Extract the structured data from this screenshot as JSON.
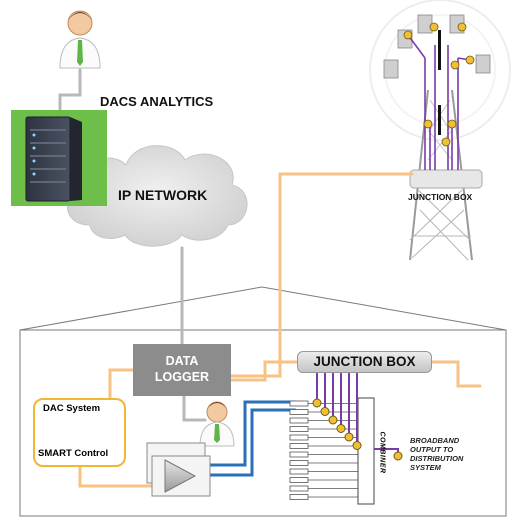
{
  "labels": {
    "dacs_analytics": "DACS ANALYTICS",
    "ip_network": "IP NETWORK",
    "tower_junction_box": "JUNCTION BOX",
    "data_logger_line1": "DATA",
    "data_logger_line2": "LOGGER",
    "junction_box": "JUNCTION BOX",
    "dac_system": "DAC System",
    "smart_control": "SMART Control",
    "combiner": "COMBINER",
    "output_line1": "BROADBAND",
    "output_line2": "OUTPUT TO",
    "output_line3": "DISTRIBUTION",
    "output_line4": "SYSTEM"
  },
  "colors": {
    "orange_link": "#f7c384",
    "gray_link": "#b8b8b8",
    "purple_cable": "#7a3aa8",
    "blue_cable": "#2a6fb8",
    "sensor_gold": "#f0c030",
    "dac_border": "#f0b832",
    "logger_gray": "#8c8c8c",
    "server_green": "#6dbf4a"
  },
  "icons": [
    "user-icon",
    "server-icon",
    "cloud-icon",
    "cell-tower-icon",
    "amplifier-icon",
    "dac-hub-icon",
    "combiner-icon"
  ]
}
